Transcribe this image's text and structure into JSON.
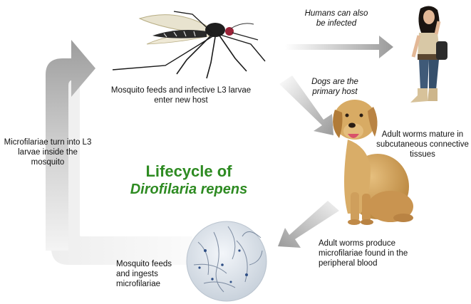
{
  "title": {
    "line1": "Lifecycle of",
    "line2": "Dirofilaria repens",
    "color": "#2e8b22"
  },
  "stages": {
    "mosquito_feeds_infective": "Mosquito feeds and infective L3 larvae enter new host",
    "humans_note": "Humans can also be infected",
    "dogs_note": "Dogs are the primary host",
    "adult_worms_mature": "Adult worms mature in subcutaneous connective tissues",
    "adult_worms_produce": "Adult worms produce microfilariae found in the peripheral blood",
    "mosquito_ingests": "Mosquito feeds and ingests microfilariae",
    "microfilariae_turn": "Microfilariae turn into L3 larvae inside the mosquito"
  },
  "images": {
    "mosquito": "mosquito-illustration",
    "human": "woman-standing-illustration",
    "dog": "labrador-dog-illustration",
    "microfilariae": "microscope-slide-microfilariae"
  },
  "colors": {
    "arrow_gray": "#9a9a9a",
    "arrow_light": "#e2e2e2"
  }
}
